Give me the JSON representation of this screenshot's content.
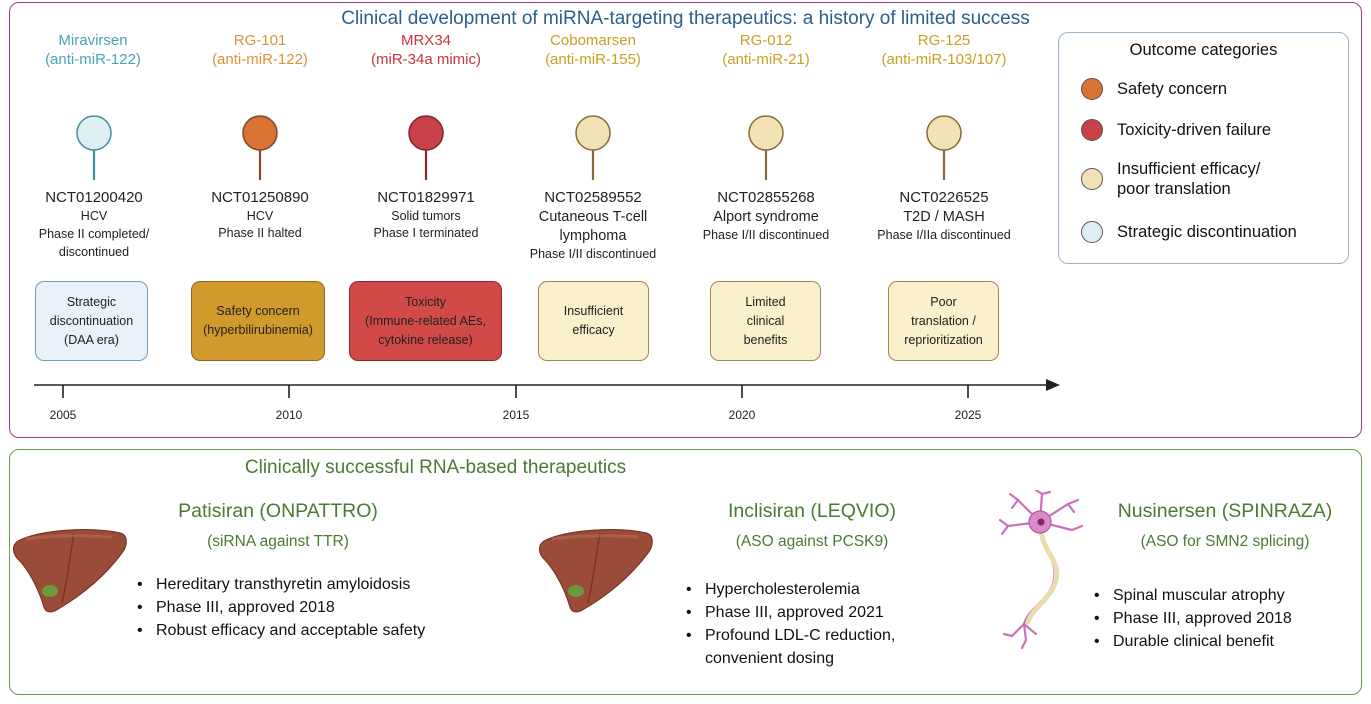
{
  "title": "Clinical development of miRNA-targeting therapeutics: a history of limited success",
  "colors": {
    "safety": "#d87333",
    "toxicity": "#c94148",
    "insufficient": "#f3e2b5",
    "strategic": "#dff0f5",
    "box_safety": "#d19a2c",
    "box_toxicity": "#d24a47",
    "box_insufficient": "#fbf0cc",
    "box_strategic": "#e8f2f8"
  },
  "legend": {
    "title": "Outcome categories",
    "items": [
      {
        "label": "Safety concern",
        "color": "#d87333"
      },
      {
        "label": "Toxicity-driven failure",
        "color": "#c94148"
      },
      {
        "label": "Insufficient efficacy/\npoor translation",
        "color": "#f3e2b5"
      },
      {
        "label": "Strategic discontinuation",
        "color": "#dff0f5"
      }
    ]
  },
  "drugs": [
    {
      "name": "Miravirsen",
      "target": "(anti-miR-122)",
      "nct": "NCT01200420",
      "indication": "HCV",
      "phase": "Phase II completed/\ndiscontinued",
      "outcome": "Strategic\ndiscontinuation\n(DAA era)",
      "name_color": "#4aa3b4",
      "pin": "#dff0f5"
    },
    {
      "name": "RG-101",
      "target": "(anti-miR-122)",
      "nct": "NCT01250890",
      "indication": "HCV",
      "phase": "Phase II halted",
      "outcome": "Safety concern\n(hyperbilirubinemia)",
      "name_color": "#e0913a",
      "pin": "#d87333"
    },
    {
      "name": "MRX34",
      "target": "(miR-34a mimic)",
      "nct": "NCT01829971",
      "indication": "Solid tumors",
      "phase": "Phase I terminated",
      "outcome": "Toxicity\n(Immune-related AEs,\ncytokine release)",
      "name_color": "#c9363c",
      "pin": "#c94148"
    },
    {
      "name": "Cobomarsen",
      "target": "(anti-miR-155)",
      "nct": "NCT02589552",
      "indication": "Cutaneous T-cell\nlymphoma",
      "phase": "Phase I/II discontinued",
      "outcome": "Insufficient\nefficacy",
      "name_color": "#c9a022",
      "pin": "#f3e2b5"
    },
    {
      "name": "RG-012",
      "target": "(anti-miR-21)",
      "nct": "NCT02855268",
      "indication": "Alport syndrome",
      "phase": "Phase I/II discontinued",
      "outcome": "Limited\nclinical\nbenefits",
      "name_color": "#c9a022",
      "pin": "#f3e2b5"
    },
    {
      "name": "RG-125",
      "target": "(anti-miR-103/107)",
      "nct": "NCT0226525",
      "indication": "T2D / MASH",
      "phase": "Phase I/IIa discontinued",
      "outcome": "Poor\ntranslation /\nreprioritization",
      "name_color": "#c9a022",
      "pin": "#f3e2b5"
    }
  ],
  "axis": {
    "years": [
      "2005",
      "2010",
      "2015",
      "2020",
      "2025"
    ]
  },
  "success": {
    "title": "Clinically successful RNA-based therapeutics",
    "items": [
      {
        "name": "Patisiran (ONPATTRO)",
        "sub": "(siRNA against TTR)",
        "icon": "liver-icon",
        "bullets": [
          "Hereditary transthyretin amyloidosis",
          "Phase III, approved 2018",
          "Robust efficacy and acceptable safety"
        ]
      },
      {
        "name": "Inclisiran (LEQVIO)",
        "sub": "(ASO against PCSK9)",
        "icon": "liver-icon",
        "bullets": [
          "Hypercholesterolemia",
          "Phase III, approved 2021",
          "Profound LDL-C reduction,",
          "convenient dosing"
        ]
      },
      {
        "name": "Nusinersen (SPINRAZA)",
        "sub": "(ASO for SMN2 splicing)",
        "icon": "neuron-icon",
        "bullets": [
          "Spinal muscular atrophy",
          "Phase III, approved 2018",
          "Durable clinical benefit"
        ]
      }
    ]
  }
}
